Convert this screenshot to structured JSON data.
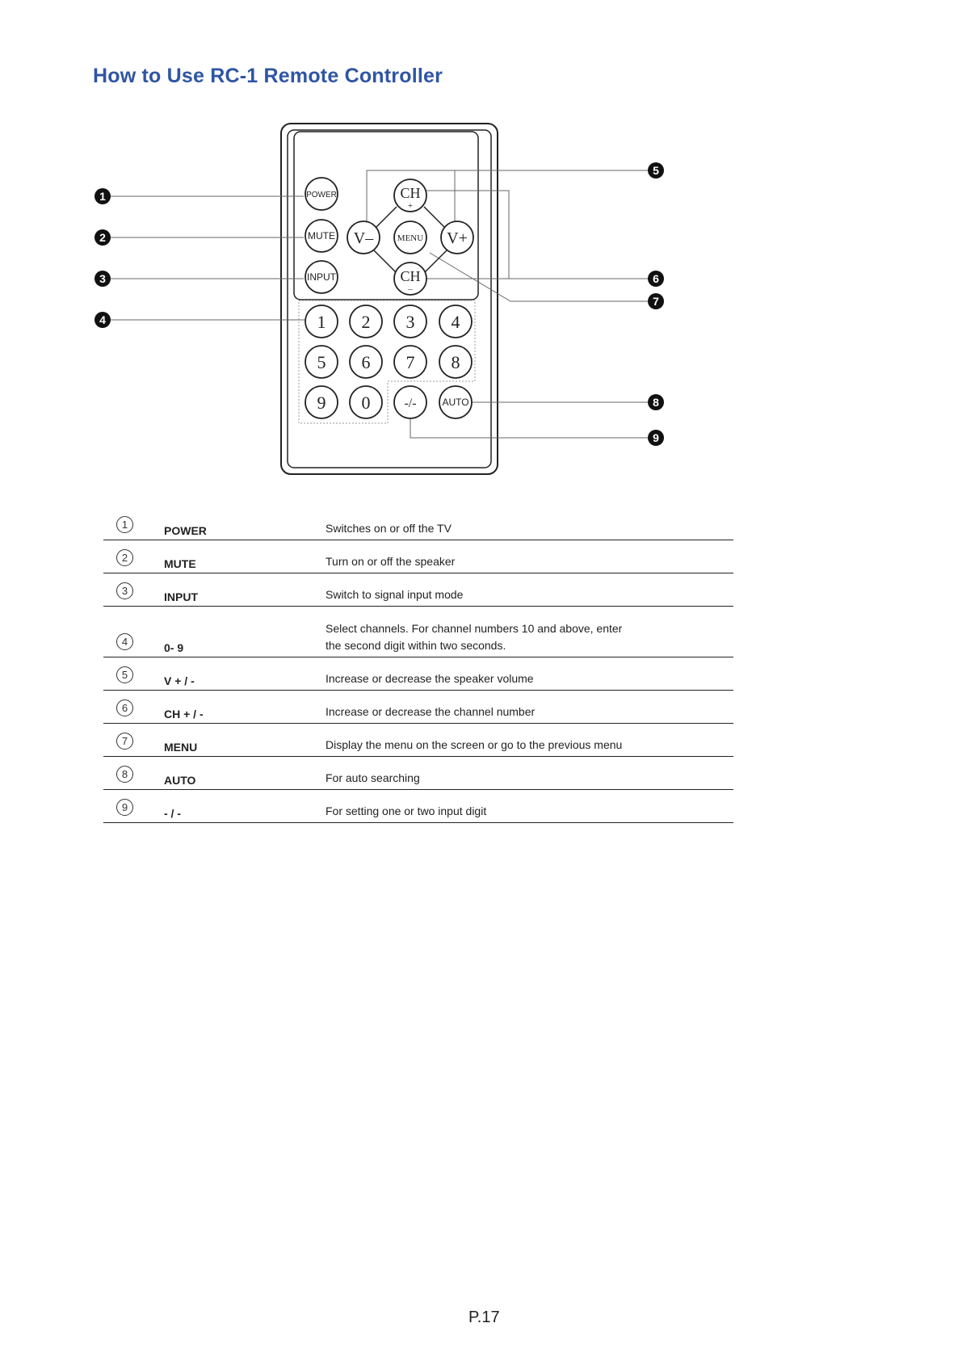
{
  "title": "How to Use RC-1 Remote Controller",
  "remote": {
    "power": "POWER",
    "mute": "MUTE",
    "input": "INPUT",
    "ch": "CH",
    "plus": "+",
    "minus": "–",
    "v_minus": "V–",
    "v_plus": "V+",
    "menu": "MENU",
    "digits": [
      "1",
      "2",
      "3",
      "4",
      "5",
      "6",
      "7",
      "8",
      "9",
      "0"
    ],
    "dash": "-/-",
    "auto": "AUTO"
  },
  "callouts": [
    "1",
    "2",
    "3",
    "4",
    "5",
    "6",
    "7",
    "8",
    "9"
  ],
  "functions": [
    {
      "num": "1",
      "key": "POWER",
      "desc": "Switches on or off the TV"
    },
    {
      "num": "2",
      "key": "MUTE",
      "desc": "Turn on or off the speaker"
    },
    {
      "num": "3",
      "key": "INPUT",
      "desc": "Switch to signal input mode"
    },
    {
      "num": "4",
      "key": "0- 9",
      "desc": "Select channels. For channel numbers 10 and above, enter the second digit within two seconds."
    },
    {
      "num": "5",
      "key": "V + / -",
      "desc": "Increase or decrease the speaker volume"
    },
    {
      "num": "6",
      "key": "CH + / -",
      "desc": "Increase or decrease the channel number"
    },
    {
      "num": "7",
      "key": "MENU",
      "desc": "Display the menu on the screen or go to the previous menu"
    },
    {
      "num": "8",
      "key": "AUTO",
      "desc": "For auto searching"
    },
    {
      "num": "9",
      "key": "- / -",
      "desc": "For setting one or two input digit"
    }
  ],
  "page_number": "P.17"
}
